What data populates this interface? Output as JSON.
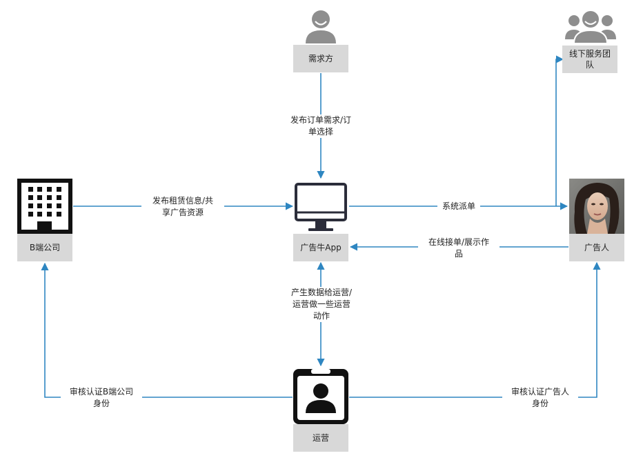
{
  "colors": {
    "arrow": "#2e86c1",
    "label_bg": "#d8d8d8",
    "icon_gray": "#8e8e8e",
    "icon_dark": "#1a1a1a",
    "monitor": "#2b2d3a"
  },
  "nodes": {
    "demander": {
      "label": "需求方",
      "icon": "user-icon"
    },
    "service_team": {
      "label": "线下服务团\n队",
      "icon": "group-icon"
    },
    "company": {
      "label": "B端公司",
      "icon": "building-icon"
    },
    "app": {
      "label": "广告牛App",
      "icon": "monitor-icon"
    },
    "advertiser": {
      "label": "广告人",
      "icon": "portrait-photo"
    },
    "operation": {
      "label": "运营",
      "icon": "id-badge-icon"
    }
  },
  "edges": {
    "demander_to_app": "发布订单需求/订\n单选择",
    "company_to_app": "发布租赁信息/共\n享广告资源",
    "app_to_advertiser": "系统派单",
    "advertiser_to_app": "在线接单/展示作\n品",
    "operation_to_app": "产生数据给运营/\n运营做一些运营\n动作",
    "operation_to_company": "审核认证B端公司\n身份",
    "operation_to_advertiser": "审核认证广告人\n身份"
  }
}
